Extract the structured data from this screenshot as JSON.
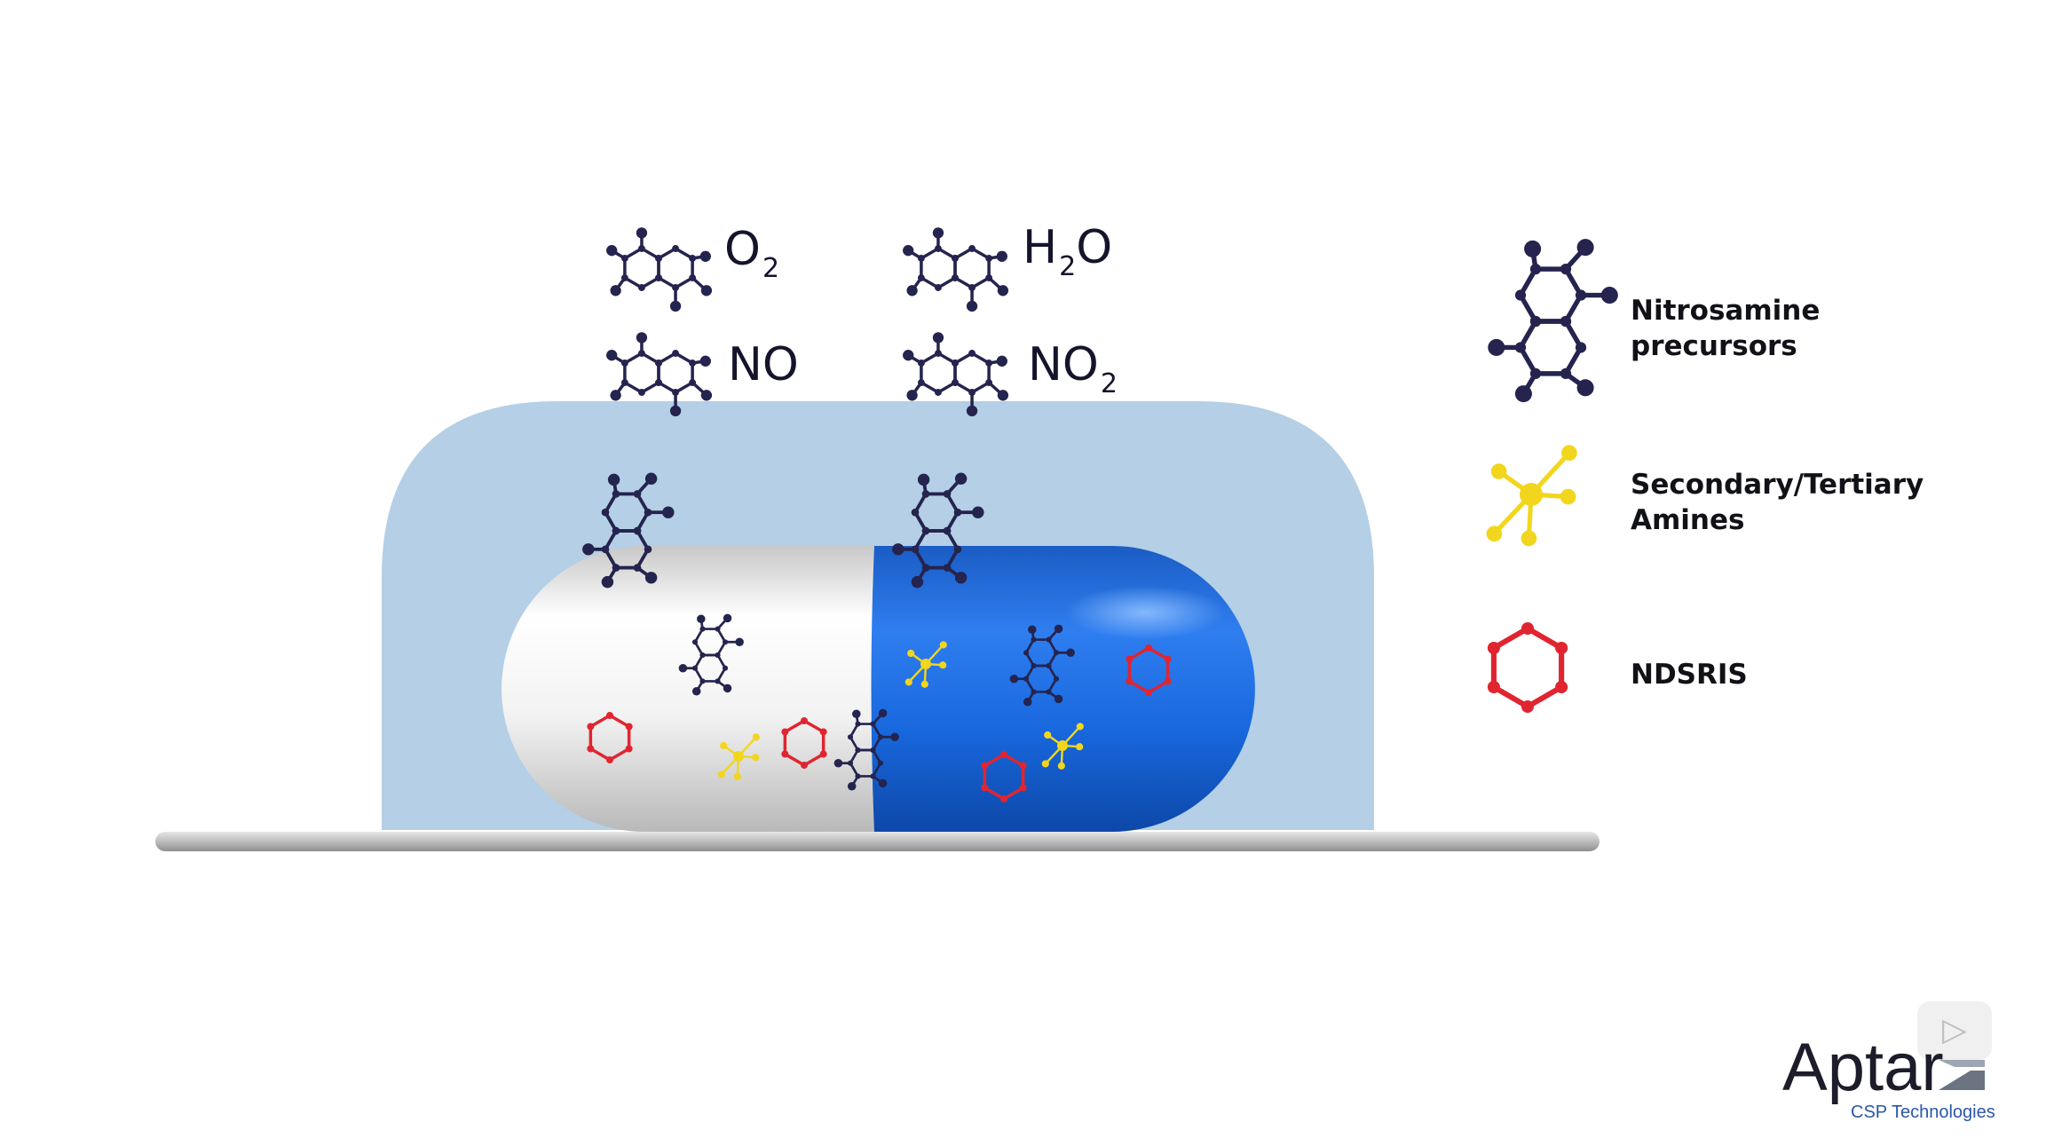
{
  "gases": [
    {
      "base": "O",
      "sub": "2"
    },
    {
      "base": "H",
      "sub": "2",
      "tail": "O"
    },
    {
      "base": "NO",
      "sub": ""
    },
    {
      "base": "NO",
      "sub": "2"
    }
  ],
  "legend": {
    "precursors": {
      "line1": "Nitrosamine",
      "line2": "precursors"
    },
    "amines": {
      "line1": "Secondary/Tertiary",
      "line2": "Amines"
    },
    "ndsris": {
      "line1": "NDSRIS"
    }
  },
  "logo": {
    "name": "Aptar",
    "subtitle": "CSP Technologies"
  },
  "icons": {
    "precursor": "nitrosamine-precursor-icon",
    "amine": "amine-molecule-icon",
    "ndsri": "ndsri-ring-icon",
    "play": "play-icon"
  },
  "colors": {
    "precursor": "#24244f",
    "amine": "#f2d61d",
    "ndsri": "#e02530",
    "blister": "#b4cfe6",
    "capsule_blue": "#1565d8",
    "capsule_white": "#ececec",
    "logo_blue": "#2a57a8"
  }
}
